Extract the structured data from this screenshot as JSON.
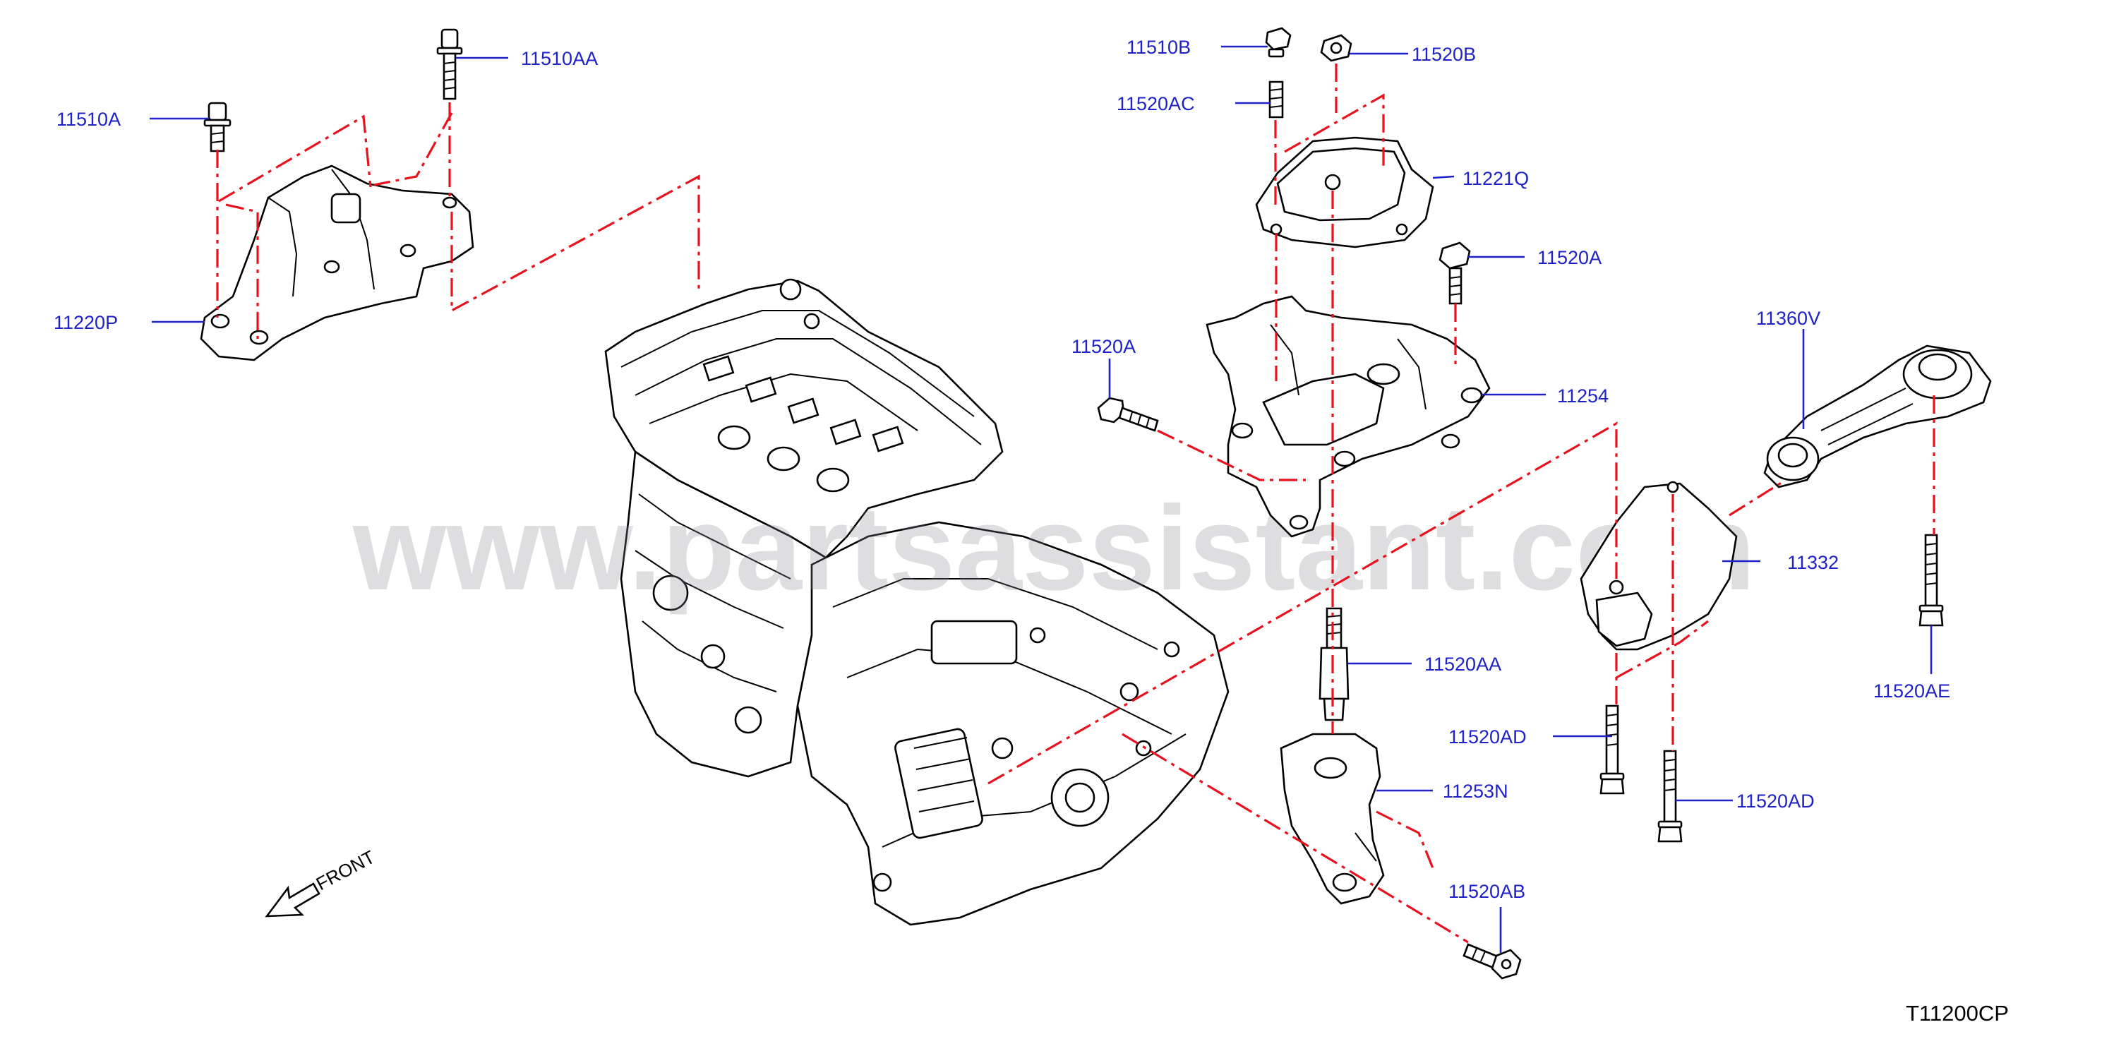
{
  "diagram": {
    "watermark": "www.partsassistant.com",
    "drawing_code": "T11200CP",
    "front_label": "FRONT",
    "callouts": {
      "c_11510AA": "11510AA",
      "c_11510A": "11510A",
      "c_11220P": "11220P",
      "c_11510B": "11510B",
      "c_11520B": "11520B",
      "c_11520AC": "11520AC",
      "c_11221Q": "11221Q",
      "c_11520A_top": "11520A",
      "c_11520A_left": "11520A",
      "c_11254": "11254",
      "c_11360V": "11360V",
      "c_11332": "11332",
      "c_11520AE": "11520AE",
      "c_11520AA": "11520AA",
      "c_11520AD_left": "11520AD",
      "c_11520AD_right": "11520AD",
      "c_11253N": "11253N",
      "c_11520AB": "11520AB"
    }
  }
}
